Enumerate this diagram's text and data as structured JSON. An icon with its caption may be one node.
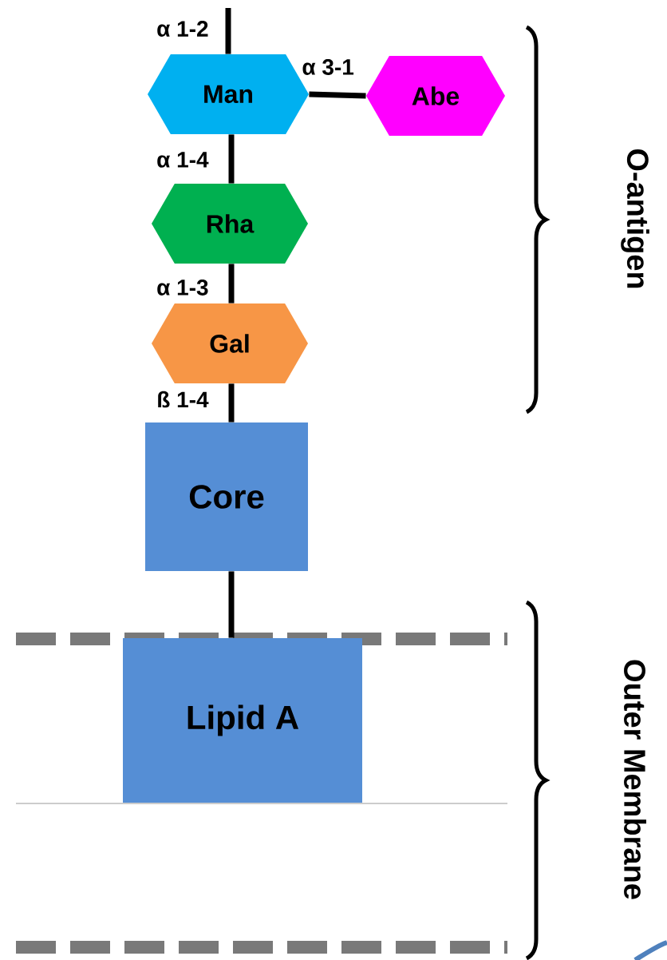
{
  "diagram": {
    "nodes": [
      {
        "text": [
          "Man"
        ]
      },
      {
        "text": [
          "Abe"
        ]
      },
      {
        "text": [
          "Rha"
        ]
      },
      {
        "text": [
          "Gal"
        ]
      },
      {
        "text": [
          "Core"
        ]
      },
      {
        "text": [
          "Lipid A"
        ]
      }
    ],
    "edges": [
      {
        "from": null,
        "to": 0,
        "arrow": "none",
        "label": "α 1-2"
      },
      {
        "from": 0,
        "to": 1,
        "arrow": "none",
        "label": "α 3-1"
      },
      {
        "from": 0,
        "to": 2,
        "arrow": "none",
        "label": "α 1-4"
      },
      {
        "from": 2,
        "to": 3,
        "arrow": "none",
        "label": "α 1-3"
      },
      {
        "from": 3,
        "to": 4,
        "arrow": "none",
        "label": "ß 1-4"
      },
      {
        "from": 4,
        "to": 5,
        "arrow": "none"
      }
    ],
    "labels": [
      "O-antigen",
      "Outer Membrane"
    ]
  }
}
